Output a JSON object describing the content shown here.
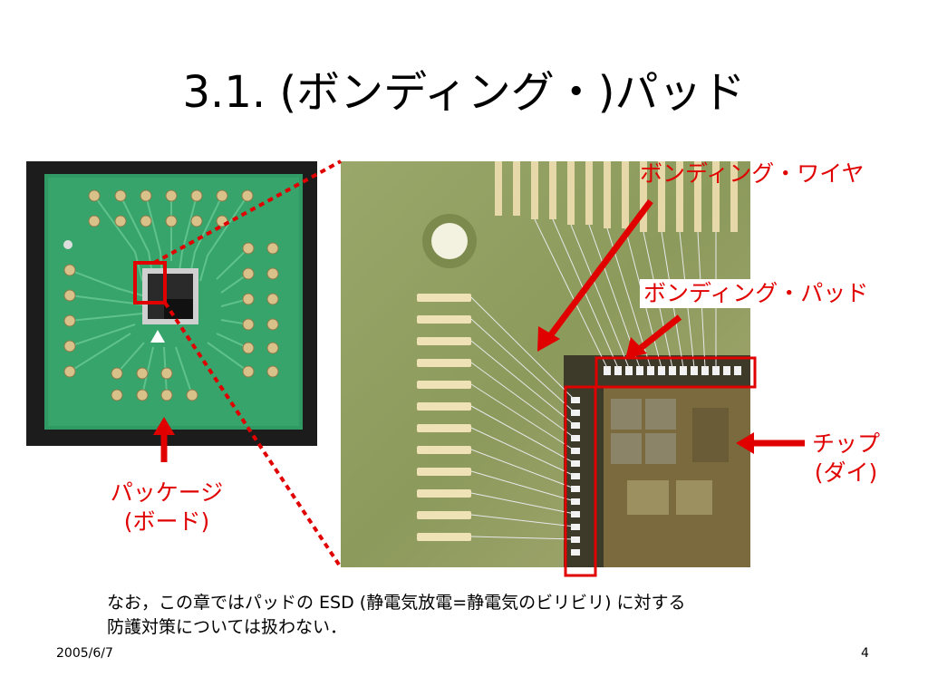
{
  "slide": {
    "title": "3.1. (ボンディング・)パッド",
    "footer_date": "2005/6/7",
    "page_number": "4"
  },
  "labels": {
    "bonding_wire": "ボンディング・ワイヤ",
    "bonding_pad": "ボンディング・パッド",
    "chip_line1": "チップ",
    "chip_line2": "(ダイ)",
    "package_line1": "パッケージ",
    "package_line2": "(ボード)"
  },
  "note": {
    "line1": "なお，この章ではパッドの ESD (静電気放電=静電気のビリビリ) に対する",
    "line2": "防護対策については扱わない．"
  },
  "colors": {
    "annotation_red": "#e00000",
    "board_green": "#2f9a63",
    "die_bronze": "#7a6a3e"
  }
}
